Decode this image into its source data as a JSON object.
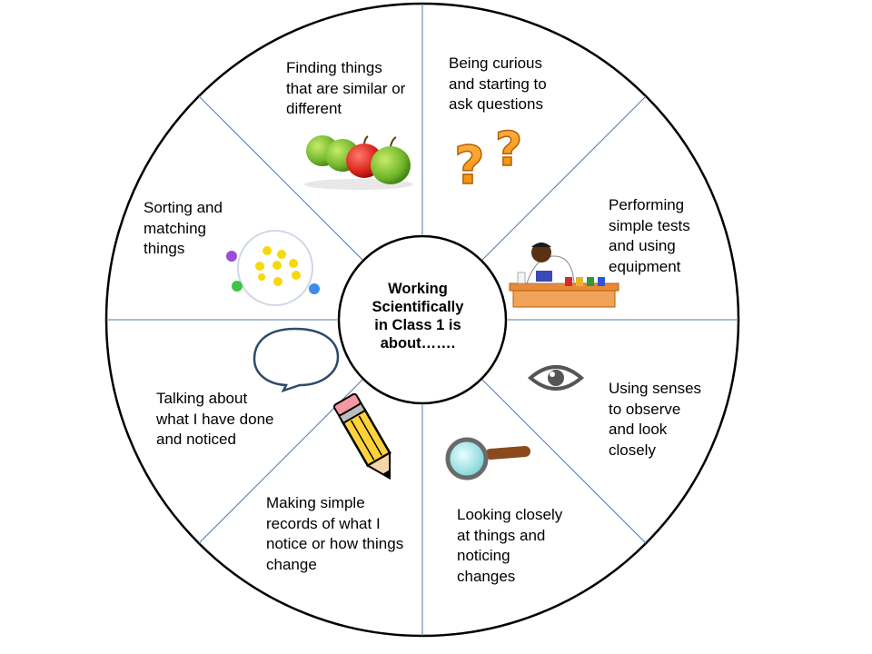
{
  "center": {
    "label": "Working\nScientifically\nin Class 1 is\nabout……."
  },
  "segments": [
    {
      "id": "finding",
      "label": "Finding things\nthat are similar or\ndifferent",
      "icon": "apples-icon"
    },
    {
      "id": "curious",
      "label": "Being curious\nand starting to\nask questions",
      "icon": "question-marks-icon"
    },
    {
      "id": "tests",
      "label": "Performing\nsimple tests\nand using\nequipment",
      "icon": "scientist-icon"
    },
    {
      "id": "senses",
      "label": "Using senses\nto observe\nand look\nclosely",
      "icon": "eye-icon"
    },
    {
      "id": "looking",
      "label": "Looking closely\nat things and\nnoticing\nchanges",
      "icon": "magnifying-glass-icon"
    },
    {
      "id": "records",
      "label": "Making simple\nrecords of what I\nnotice or how things\nchange",
      "icon": "pencil-icon"
    },
    {
      "id": "talking",
      "label": "Talking about\nwhat I have done\nand noticed",
      "icon": "speech-bubble-icon"
    },
    {
      "id": "sorting",
      "label": "Sorting and\nmatching\nthings",
      "icon": "sorting-bears-icon"
    }
  ],
  "colors": {
    "outline": "#000000",
    "divider": "#4a7ab8"
  }
}
